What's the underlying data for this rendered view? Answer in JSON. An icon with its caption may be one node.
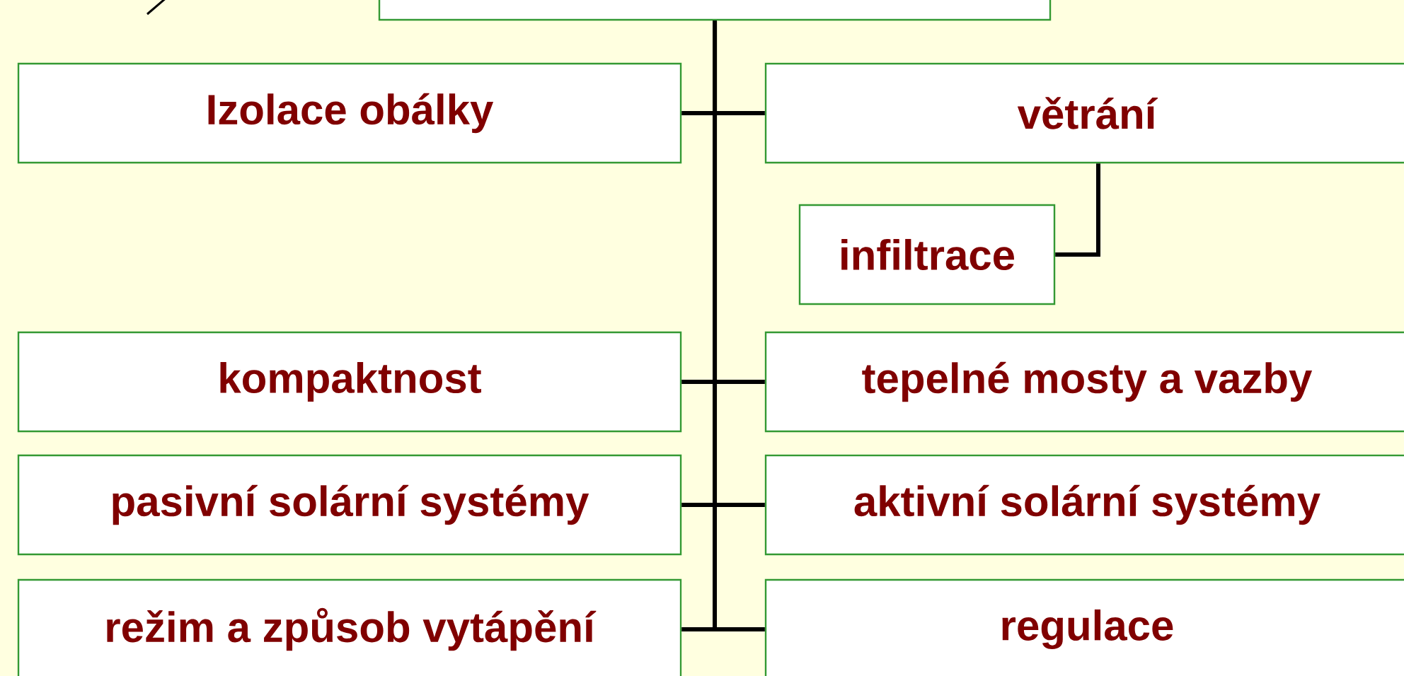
{
  "diagram": {
    "nodes": [
      {
        "text": [],
        "shape": "box"
      },
      {
        "text": [
          "Izolace obálky"
        ]
      },
      {
        "text": [
          "větrání"
        ]
      },
      {
        "text": [
          "infiltrace"
        ]
      },
      {
        "text": [
          "kompaktnost"
        ]
      },
      {
        "text": [
          "tepelné mosty a vazby"
        ]
      },
      {
        "text": [
          "pasivní solární systémy"
        ]
      },
      {
        "text": [
          "aktivní solární systémy"
        ]
      },
      {
        "text": [
          "režim a způsob vytápění"
        ]
      },
      {
        "text": [
          "regulace"
        ]
      }
    ],
    "edges": [
      {
        "from": 0,
        "to": 1,
        "arrow": "none"
      },
      {
        "from": 0,
        "to": 2,
        "arrow": "none"
      },
      {
        "from": 2,
        "to": 3,
        "arrow": "none"
      },
      {
        "from": 0,
        "to": 4,
        "arrow": "none"
      },
      {
        "from": 0,
        "to": 5,
        "arrow": "none"
      },
      {
        "from": 0,
        "to": 6,
        "arrow": "none"
      },
      {
        "from": 0,
        "to": 7,
        "arrow": "none"
      },
      {
        "from": 0,
        "to": 8,
        "arrow": "none"
      },
      {
        "from": 0,
        "to": 9,
        "arrow": "none"
      }
    ]
  }
}
